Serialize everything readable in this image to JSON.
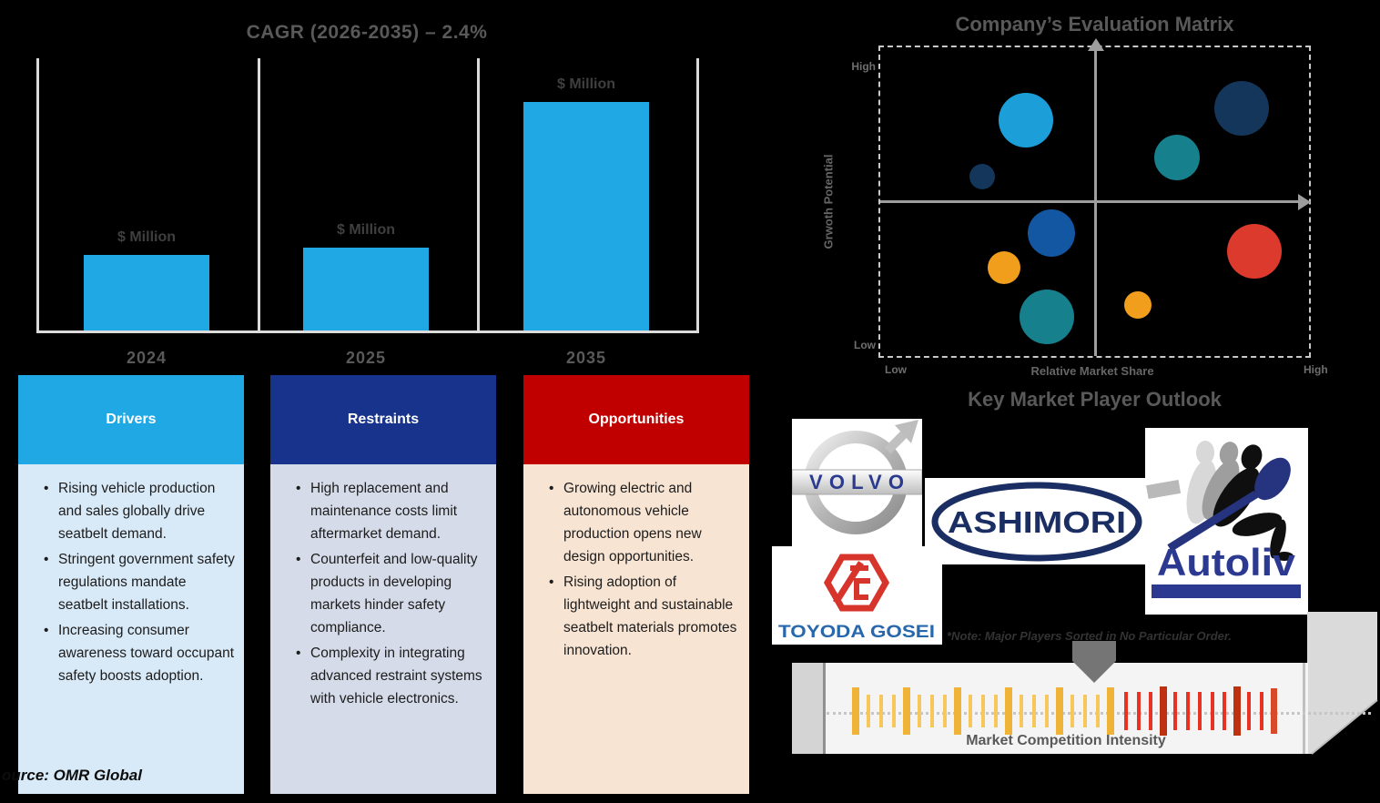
{
  "bar_chart": {
    "title": "CAGR (2026-2035) – 2.4%"
  },
  "source_note": "ource: OMR Global",
  "panels": [
    {
      "title": "Drivers",
      "header_color": "#1FA8E4",
      "body_color": "#D8E9F7",
      "bullets": [
        "Rising vehicle production and sales globally drive seatbelt demand.",
        "Stringent government safety regulations mandate seatbelt installations.",
        "Increasing consumer awareness toward occupant safety boosts adoption."
      ]
    },
    {
      "title": "Restraints",
      "header_color": "#17338B",
      "body_color": "#D5DBE8",
      "bullets": [
        "High replacement and maintenance costs limit aftermarket demand.",
        "Counterfeit and low-quality products in developing markets hinder safety compliance.",
        "Complexity in integrating advanced restraint systems with vehicle electronics."
      ]
    },
    {
      "title": "Opportunities",
      "header_color": "#C00000",
      "body_color": "#F8E4D3",
      "bullets": [
        "Growing electric and autonomous vehicle production opens new design opportunities.",
        "Rising adoption of lightweight and sustainable seatbelt materials promotes innovation."
      ]
    }
  ],
  "matrix": {
    "title": "Company’s Evaluation Matrix",
    "y_axis_label": "Grwoth Potential",
    "x_axis_label": "Relative Market Share",
    "y_high": "High",
    "y_low": "Low",
    "x_low": "Low",
    "x_high": "High"
  },
  "players": {
    "title": "Key Market Player Outlook",
    "note": "*Note: Major Players Sorted in No Particular Order.",
    "logos": {
      "volvo": "VOLVO",
      "ashimori": "ASHIMORI",
      "autoliv": "Autoliv",
      "toyoda_gosei": "TOYODA GOSEI"
    }
  },
  "gauge": {
    "label": "Market Competition Intensity",
    "pointer_color": "#757575",
    "styles": {
      "gold_tall": {
        "w": 8,
        "h": 52,
        "color": "#EFB437"
      },
      "gold": {
        "w": 4,
        "h": 36,
        "color": "#F6C75B"
      },
      "red": {
        "w": 4,
        "h": 42,
        "color": "#E63323"
      },
      "red_thick": {
        "w": 8,
        "h": 54,
        "color": "#BE3110"
      },
      "red_end": {
        "w": 7,
        "h": 50,
        "color": "#D64A2A"
      }
    },
    "bars": [
      {
        "x": 940,
        "t": "gold_tall"
      },
      {
        "x": 954,
        "t": "gold"
      },
      {
        "x": 968,
        "t": "gold"
      },
      {
        "x": 982,
        "t": "gold"
      },
      {
        "x": 996,
        "t": "gold_tall"
      },
      {
        "x": 1010,
        "t": "gold"
      },
      {
        "x": 1024,
        "t": "gold"
      },
      {
        "x": 1038,
        "t": "gold"
      },
      {
        "x": 1052,
        "t": "gold_tall"
      },
      {
        "x": 1066,
        "t": "gold"
      },
      {
        "x": 1080,
        "t": "gold"
      },
      {
        "x": 1094,
        "t": "gold"
      },
      {
        "x": 1108,
        "t": "gold_tall"
      },
      {
        "x": 1122,
        "t": "gold"
      },
      {
        "x": 1136,
        "t": "gold"
      },
      {
        "x": 1150,
        "t": "gold"
      },
      {
        "x": 1164,
        "t": "gold_tall"
      },
      {
        "x": 1178,
        "t": "gold"
      },
      {
        "x": 1192,
        "t": "gold"
      },
      {
        "x": 1206,
        "t": "gold"
      },
      {
        "x": 1220,
        "t": "gold_tall"
      },
      {
        "x": 1237,
        "t": "red"
      },
      {
        "x": 1251,
        "t": "red"
      },
      {
        "x": 1264,
        "t": "red"
      },
      {
        "x": 1278,
        "t": "red_thick"
      },
      {
        "x": 1291,
        "t": "red"
      },
      {
        "x": 1305,
        "t": "red"
      },
      {
        "x": 1318,
        "t": "red"
      },
      {
        "x": 1332,
        "t": "red"
      },
      {
        "x": 1345,
        "t": "red"
      },
      {
        "x": 1359,
        "t": "red_thick"
      },
      {
        "x": 1372,
        "t": "red"
      },
      {
        "x": 1386,
        "t": "red"
      },
      {
        "x": 1399,
        "t": "red_end"
      }
    ]
  },
  "chart_data": [
    {
      "type": "bar",
      "title": "CAGR (2026-2035) – 2.4%",
      "categories": [
        "2024",
        "2025",
        "2035"
      ],
      "values": [
        83,
        91,
        251
      ],
      "value_note": "numeric values not shown; every bar labeled '$ Million' (values are relative bar heights in px)",
      "bar_labels": [
        "$ Million",
        "$ Million",
        "$ Million"
      ],
      "bar_color": "#1FA8E4",
      "xlabel": "",
      "ylabel": "",
      "grid": false
    },
    {
      "type": "scatter",
      "title": "Company’s Evaluation Matrix",
      "xlabel": "Relative Market Share",
      "ylabel": "Grwoth Potential",
      "x_range": [
        "Low",
        "High"
      ],
      "y_range": [
        "Low",
        "High"
      ],
      "legend": "none",
      "points": [
        {
          "x": 34,
          "y": 76,
          "r": 30,
          "color": "#1C9FD9"
        },
        {
          "x": 24,
          "y": 58,
          "r": 14,
          "color": "#14365A"
        },
        {
          "x": 84,
          "y": 80,
          "r": 30,
          "color": "#14365A"
        },
        {
          "x": 69,
          "y": 64,
          "r": 25,
          "color": "#17808D"
        },
        {
          "x": 40,
          "y": 40,
          "r": 26,
          "color": "#1356A2"
        },
        {
          "x": 29,
          "y": 29,
          "r": 18,
          "color": "#F09E1C"
        },
        {
          "x": 39,
          "y": 13,
          "r": 30,
          "color": "#17808D"
        },
        {
          "x": 60,
          "y": 17,
          "r": 15,
          "color": "#F09E1C"
        },
        {
          "x": 87,
          "y": 34,
          "r": 30,
          "color": "#DC3A2C"
        }
      ]
    },
    {
      "type": "gauge",
      "title": "Market Competition Intensity",
      "scale": [
        "low intensity (gold bars)",
        "high intensity (red bars)"
      ],
      "pointer_position_pct": 62
    }
  ]
}
